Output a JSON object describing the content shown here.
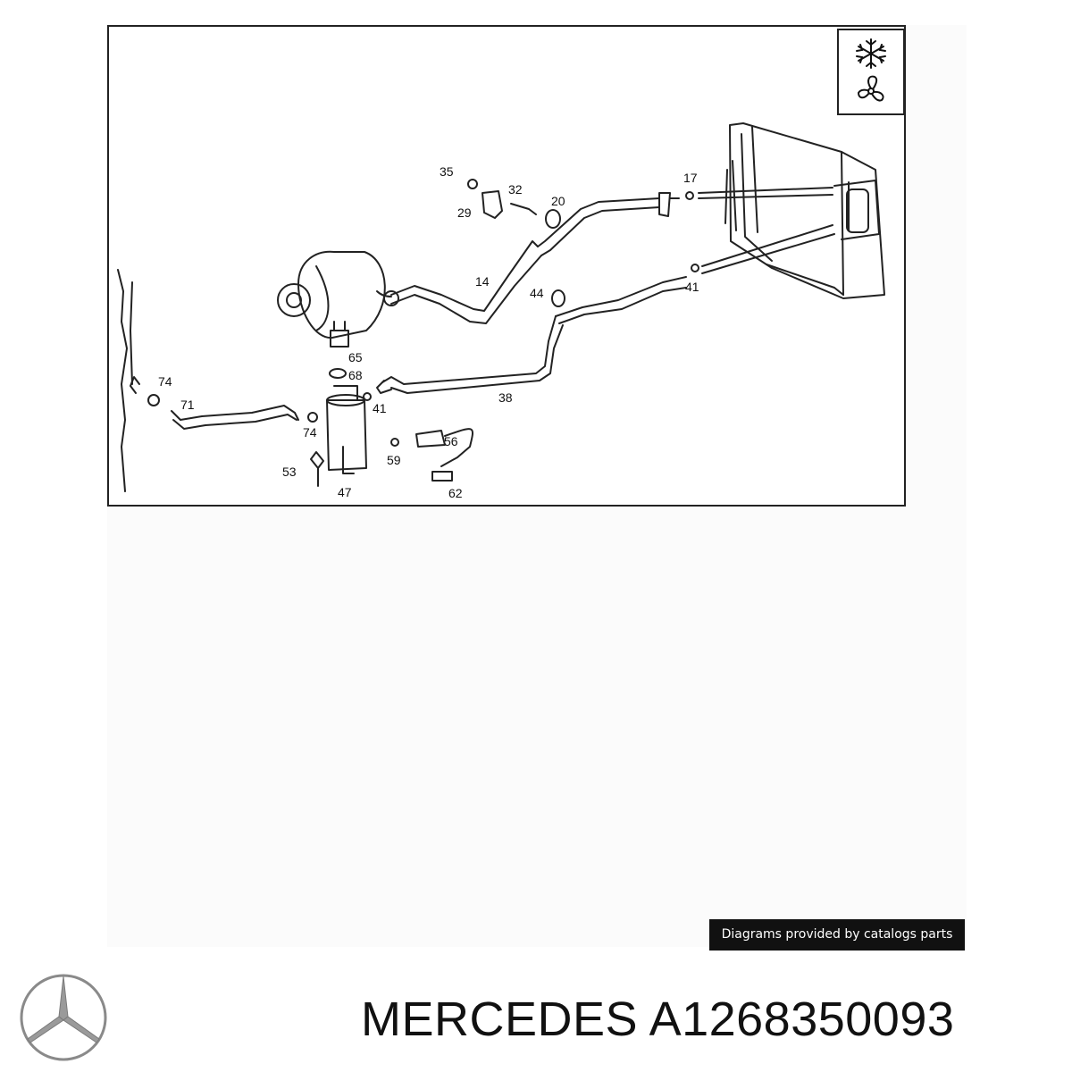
{
  "diagram": {
    "callouts": {
      "c35": "35",
      "c32": "32",
      "c20": "20",
      "c29": "29",
      "c17": "17",
      "c14": "14",
      "c44": "44",
      "c41a": "41",
      "c65": "65",
      "c68": "68",
      "c74a": "74",
      "c71": "71",
      "c41b": "41",
      "c38": "38",
      "c74b": "74",
      "c56": "56",
      "c53": "53",
      "c59": "59",
      "c47": "47",
      "c62": "62"
    },
    "legend_icons": [
      "snowflake-icon",
      "fan-icon"
    ]
  },
  "credit": {
    "text": "Diagrams provided by catalogs parts"
  },
  "brand": {
    "title": "MERCEDES A1268350093",
    "logo": "mercedes-star-logo"
  },
  "colors": {
    "ink": "#111111",
    "credit_bg": "#111111",
    "logo_gray": "#8a8a8a"
  }
}
